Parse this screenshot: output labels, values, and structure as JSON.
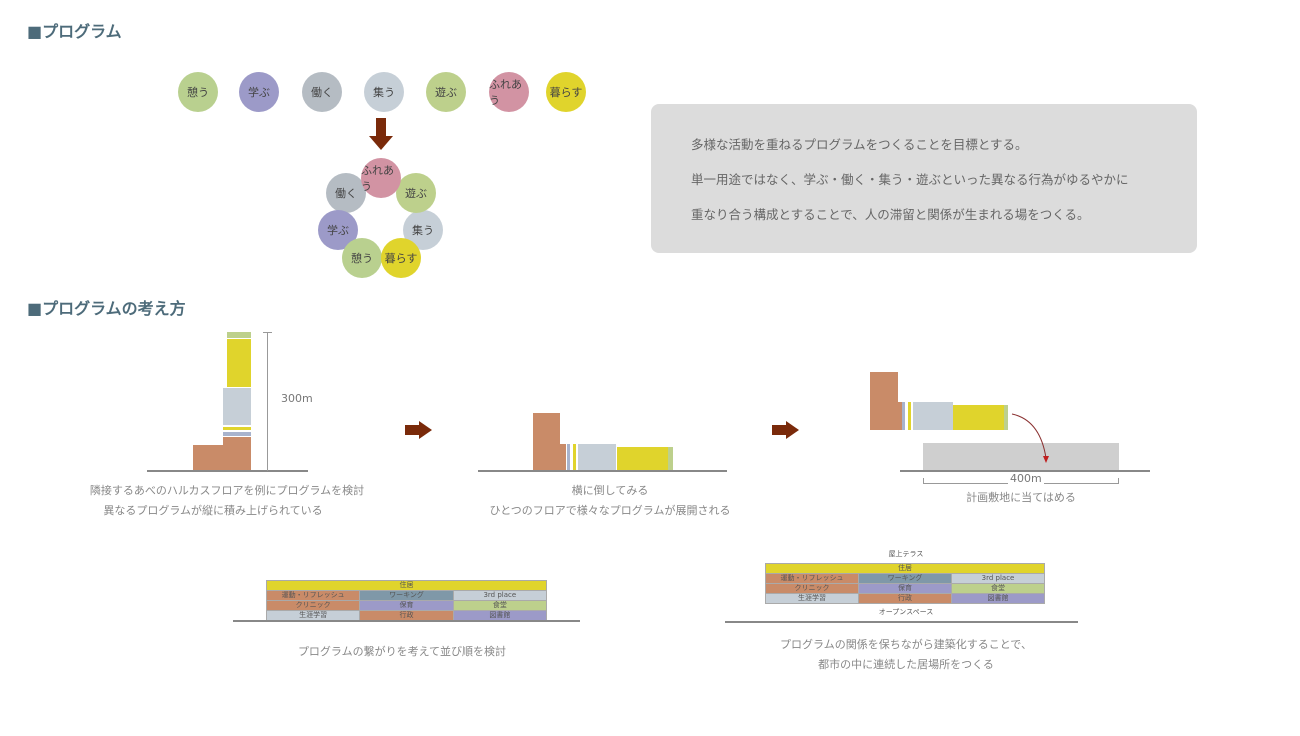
{
  "sections": {
    "program": "■プログラム",
    "concept": "■プログラムの考え方"
  },
  "activities": [
    {
      "label": "憩う",
      "color": "#b9d08f"
    },
    {
      "label": "学ぶ",
      "color": "#9c9ac8"
    },
    {
      "label": "働く",
      "color": "#b5bcc3"
    },
    {
      "label": "集う",
      "color": "#c6cfd7"
    },
    {
      "label": "遊ぶ",
      "color": "#bdd08c"
    },
    {
      "label": "ふれあう",
      "color": "#d293a3"
    },
    {
      "label": "暮らす",
      "color": "#e0d42c"
    }
  ],
  "description": [
    "多様な活動を重ねるプログラムをつくることを目標とする。",
    "単一用途ではなく、学ぶ・働く・集う・遊ぶといった異なる行為がゆるやかに",
    "重なり合う構成とすることで、人の滞留と関係が生まれる場をつくる。"
  ],
  "steps": {
    "height_label": "300m",
    "width_label": "400m",
    "caption1": [
      "隣接するあべのハルカスフロアを例にプログラムを検討",
      "異なるプログラムが縦に積み上げられている"
    ],
    "caption2": [
      "横に倒してみる",
      "ひとつのフロアで様々なプログラムが展開される"
    ],
    "caption3": "計画敷地に当てはめる"
  },
  "table": {
    "top": "住居",
    "rows": [
      [
        "運動・リフレッシュ",
        "ワーキング",
        "3rd place"
      ],
      [
        "クリニック",
        "保育",
        "食堂"
      ],
      [
        "生涯学習",
        "行政",
        "図書館"
      ]
    ],
    "caption": "プログラムの繋がりを考えて並び順を検討"
  },
  "final": {
    "roof": "屋上テラス",
    "ground": "オープンスペース",
    "caption": [
      "プログラムの関係を保ちながら建築化することで、",
      "都市の中に連続した居場所をつくる"
    ]
  }
}
